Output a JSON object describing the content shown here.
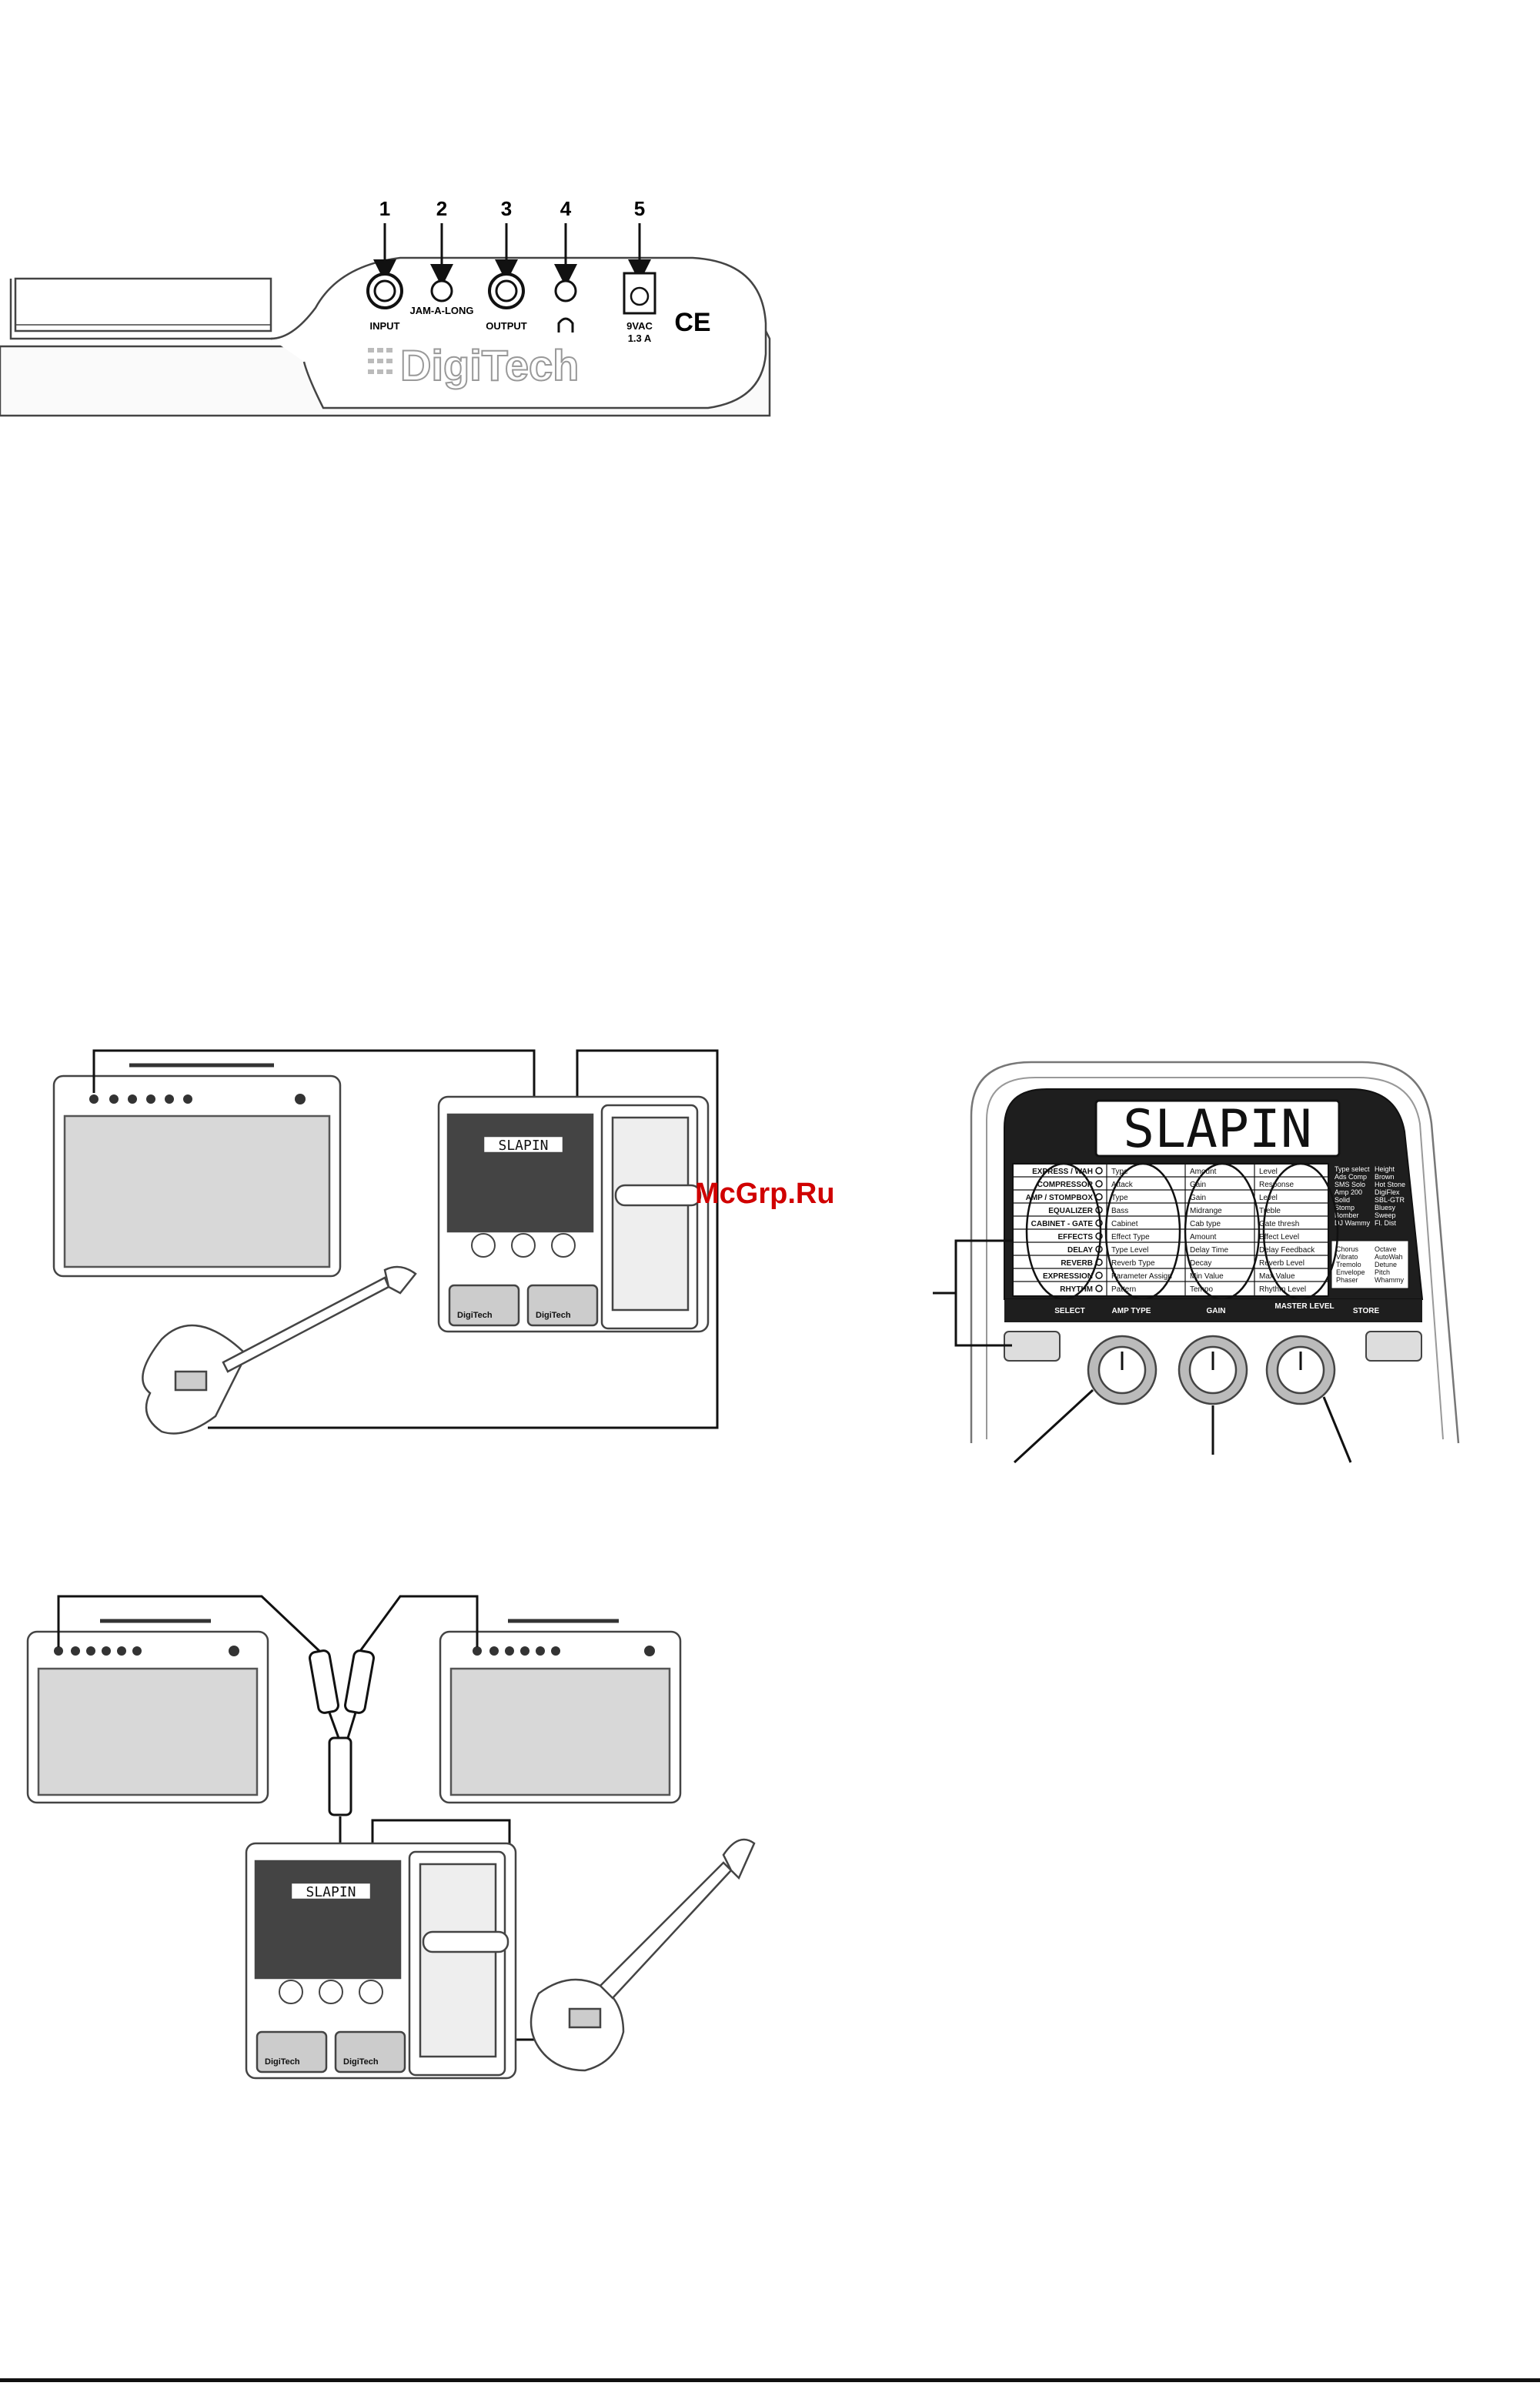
{
  "rear_panel": {
    "callouts": [
      "1",
      "2",
      "3",
      "4",
      "5"
    ],
    "jacks": {
      "input": "INPUT",
      "jam_a_long": "JAM-A-LONG",
      "output": "OUTPUT",
      "headphone_icon": "headphones-icon",
      "power_line1": "9VAC",
      "power_line2": "1.3 A"
    },
    "ce_mark": "CE",
    "brand": "DigiTech"
  },
  "display_text": "SLAPIN",
  "control_panel": {
    "rows": [
      {
        "label": "EXPRESS / WAH",
        "p1": "Type",
        "p2": "Amount",
        "p3": "Level"
      },
      {
        "label": "COMPRESSOR",
        "p1": "Attack",
        "p2": "Gain",
        "p3": "Response"
      },
      {
        "label": "AMP / STOMPBOX",
        "p1": "Type",
        "p2": "Gain",
        "p3": "Level"
      },
      {
        "label": "EQUALIZER",
        "p1": "Bass",
        "p2": "Midrange",
        "p3": "Treble"
      },
      {
        "label": "CABINET - GATE",
        "p1": "Cabinet",
        "p2": "Cab type",
        "p3": "Gate thresh"
      },
      {
        "label": "EFFECTS",
        "p1": "Effect Type",
        "p2": "Amount",
        "p3": "Effect Level"
      },
      {
        "label": "DELAY",
        "p1": "Type Level",
        "p2": "Delay Time",
        "p3": "Delay Feedback"
      },
      {
        "label": "REVERB",
        "p1": "Reverb Type",
        "p2": "Decay",
        "p3": "Reverb Level"
      },
      {
        "label": "EXPRESSION",
        "p1": "Parameter Assign",
        "p2": "Min Value",
        "p3": "Max Value"
      },
      {
        "label": "RHYTHM",
        "p1": "Pattern",
        "p2": "Tempo",
        "p3": "Rhythm Level"
      }
    ],
    "right_list_a": [
      "Type select",
      "Ads Comp",
      "SMS Solo",
      "Amp 200",
      "Solid",
      "Stomp",
      "Bomber",
      "DJ Wammy"
    ],
    "right_list_b": [
      "Height",
      "Brown",
      "Hot Stone",
      "DigiFlex",
      "SBL-GTR",
      "Bluesy",
      "Sweep",
      "Fl. Dist"
    ],
    "right_list_c": [
      "Chorus",
      "Vibrato",
      "Tremolo",
      "Envelope",
      "Phaser"
    ],
    "right_list_d": [
      "Octave",
      "AutoWah",
      "Detune",
      "Pitch",
      "Whammy"
    ],
    "knob_labels": [
      "SELECT",
      "AMP TYPE",
      "GAIN",
      "MASTER LEVEL",
      "STORE"
    ]
  },
  "device_display_small": "SLAPIN",
  "pedal_brand": "DigiTech",
  "watermark": "McGrp.Ru"
}
